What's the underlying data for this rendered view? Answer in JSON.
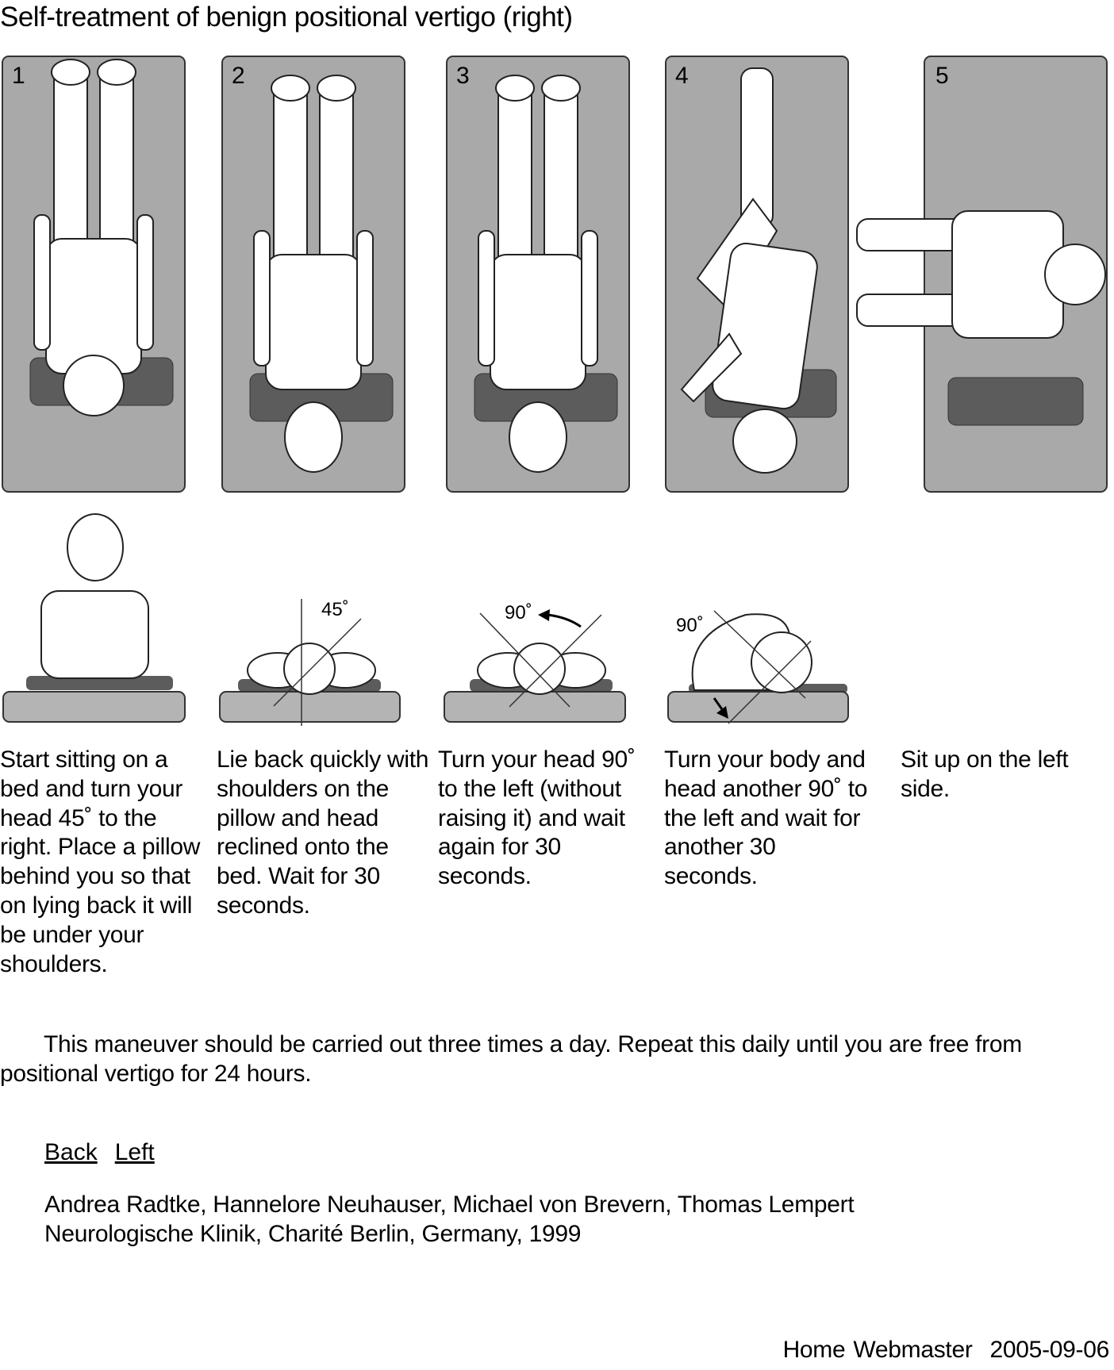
{
  "title": "Self-treatment of benign positional vertigo (right)",
  "steps": [
    {
      "number": "1",
      "text": "Start sitting on a bed and turn your head 45˚ to the right. Place a pillow behind you so that on lying back it will be under your shoulders."
    },
    {
      "number": "2",
      "angle": "45˚",
      "text": "Lie back quickly with shoulders on the pillow and head reclined onto the bed. Wait for 30 seconds."
    },
    {
      "number": "3",
      "angle": "90˚",
      "text": "Turn your head 90˚ to the left (without raising it) and wait again for 30 seconds."
    },
    {
      "number": "4",
      "angle": "90˚",
      "text": "Turn your body and head another 90˚ to the left and wait for another 30 seconds."
    },
    {
      "number": "5",
      "text": "Sit up on the left side."
    }
  ],
  "instructions": "This maneuver should be carried out three times a day. Repeat this daily until you are free from positional vertigo for 24 hours.",
  "links": {
    "back": "Back",
    "left": "Left"
  },
  "authors": "Andrea Radtke, Hannelore Neuhauser, Michael von Brevern, Thomas Lempert",
  "institution": "Neurologische Klinik, Charité Berlin, Germany, 1999",
  "footer": {
    "home": "Home",
    "webmaster": "Webmaster",
    "date": "2005-09-06"
  },
  "colors": {
    "panel": "#a9a9a9",
    "pillow": "#5c5c5c",
    "bed": "#b4b4b4"
  }
}
